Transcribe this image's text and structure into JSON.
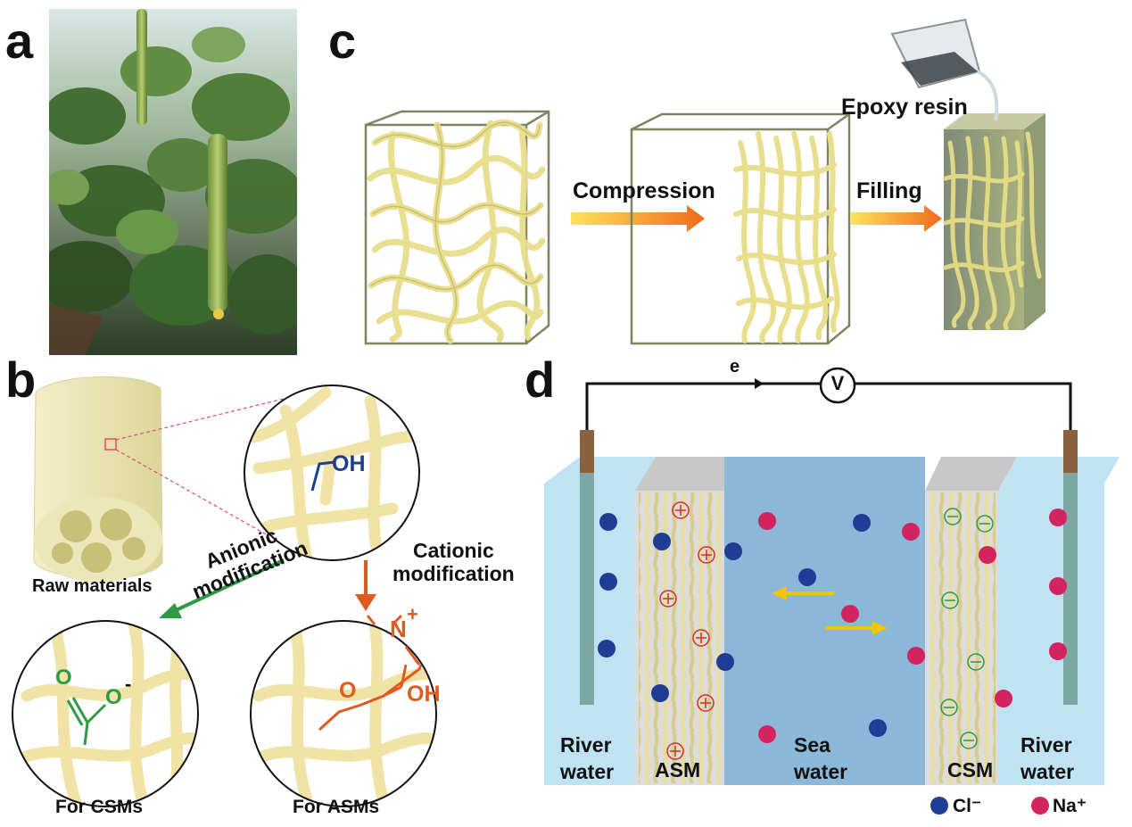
{
  "panels": {
    "a": {
      "label": "a"
    },
    "b": {
      "label": "b",
      "raw_materials": "Raw materials",
      "anionic": "Anionic\nmodification",
      "cationic": "Cationic\nmodification",
      "for_csms": "For CSMs",
      "for_asms": "For ASMs",
      "oh": "OH",
      "o_minus": "O",
      "o": "O",
      "n_plus": "N",
      "plus": "+",
      "minus": "-",
      "oh2": "OH"
    },
    "c": {
      "label": "c",
      "compression": "Compression",
      "filling": "Filling",
      "epoxy_resin": "Epoxy resin"
    },
    "d": {
      "label": "d",
      "electron": "e",
      "voltmeter": "V",
      "river_water_left": "River\nwater",
      "asm": "ASM",
      "sea_water": "Sea\nwater",
      "csm": "CSM",
      "river_water_right": "River\nwater",
      "legend_cl": "Cl⁻",
      "legend_na": "Na⁺"
    }
  },
  "colors": {
    "fiber": "#f2eab0",
    "fiber_dark": "#c8bd6a",
    "river": "#bfe3f3",
    "sea": "#8bb8d9",
    "cl_ion": "#1e3e96",
    "na_ion": "#d22560",
    "anionic_arrow": "#2e9a44",
    "cationic_arrow": "#e05a22",
    "ion_arrow": "#f5c400",
    "oh_blue": "#1d3e8f"
  }
}
